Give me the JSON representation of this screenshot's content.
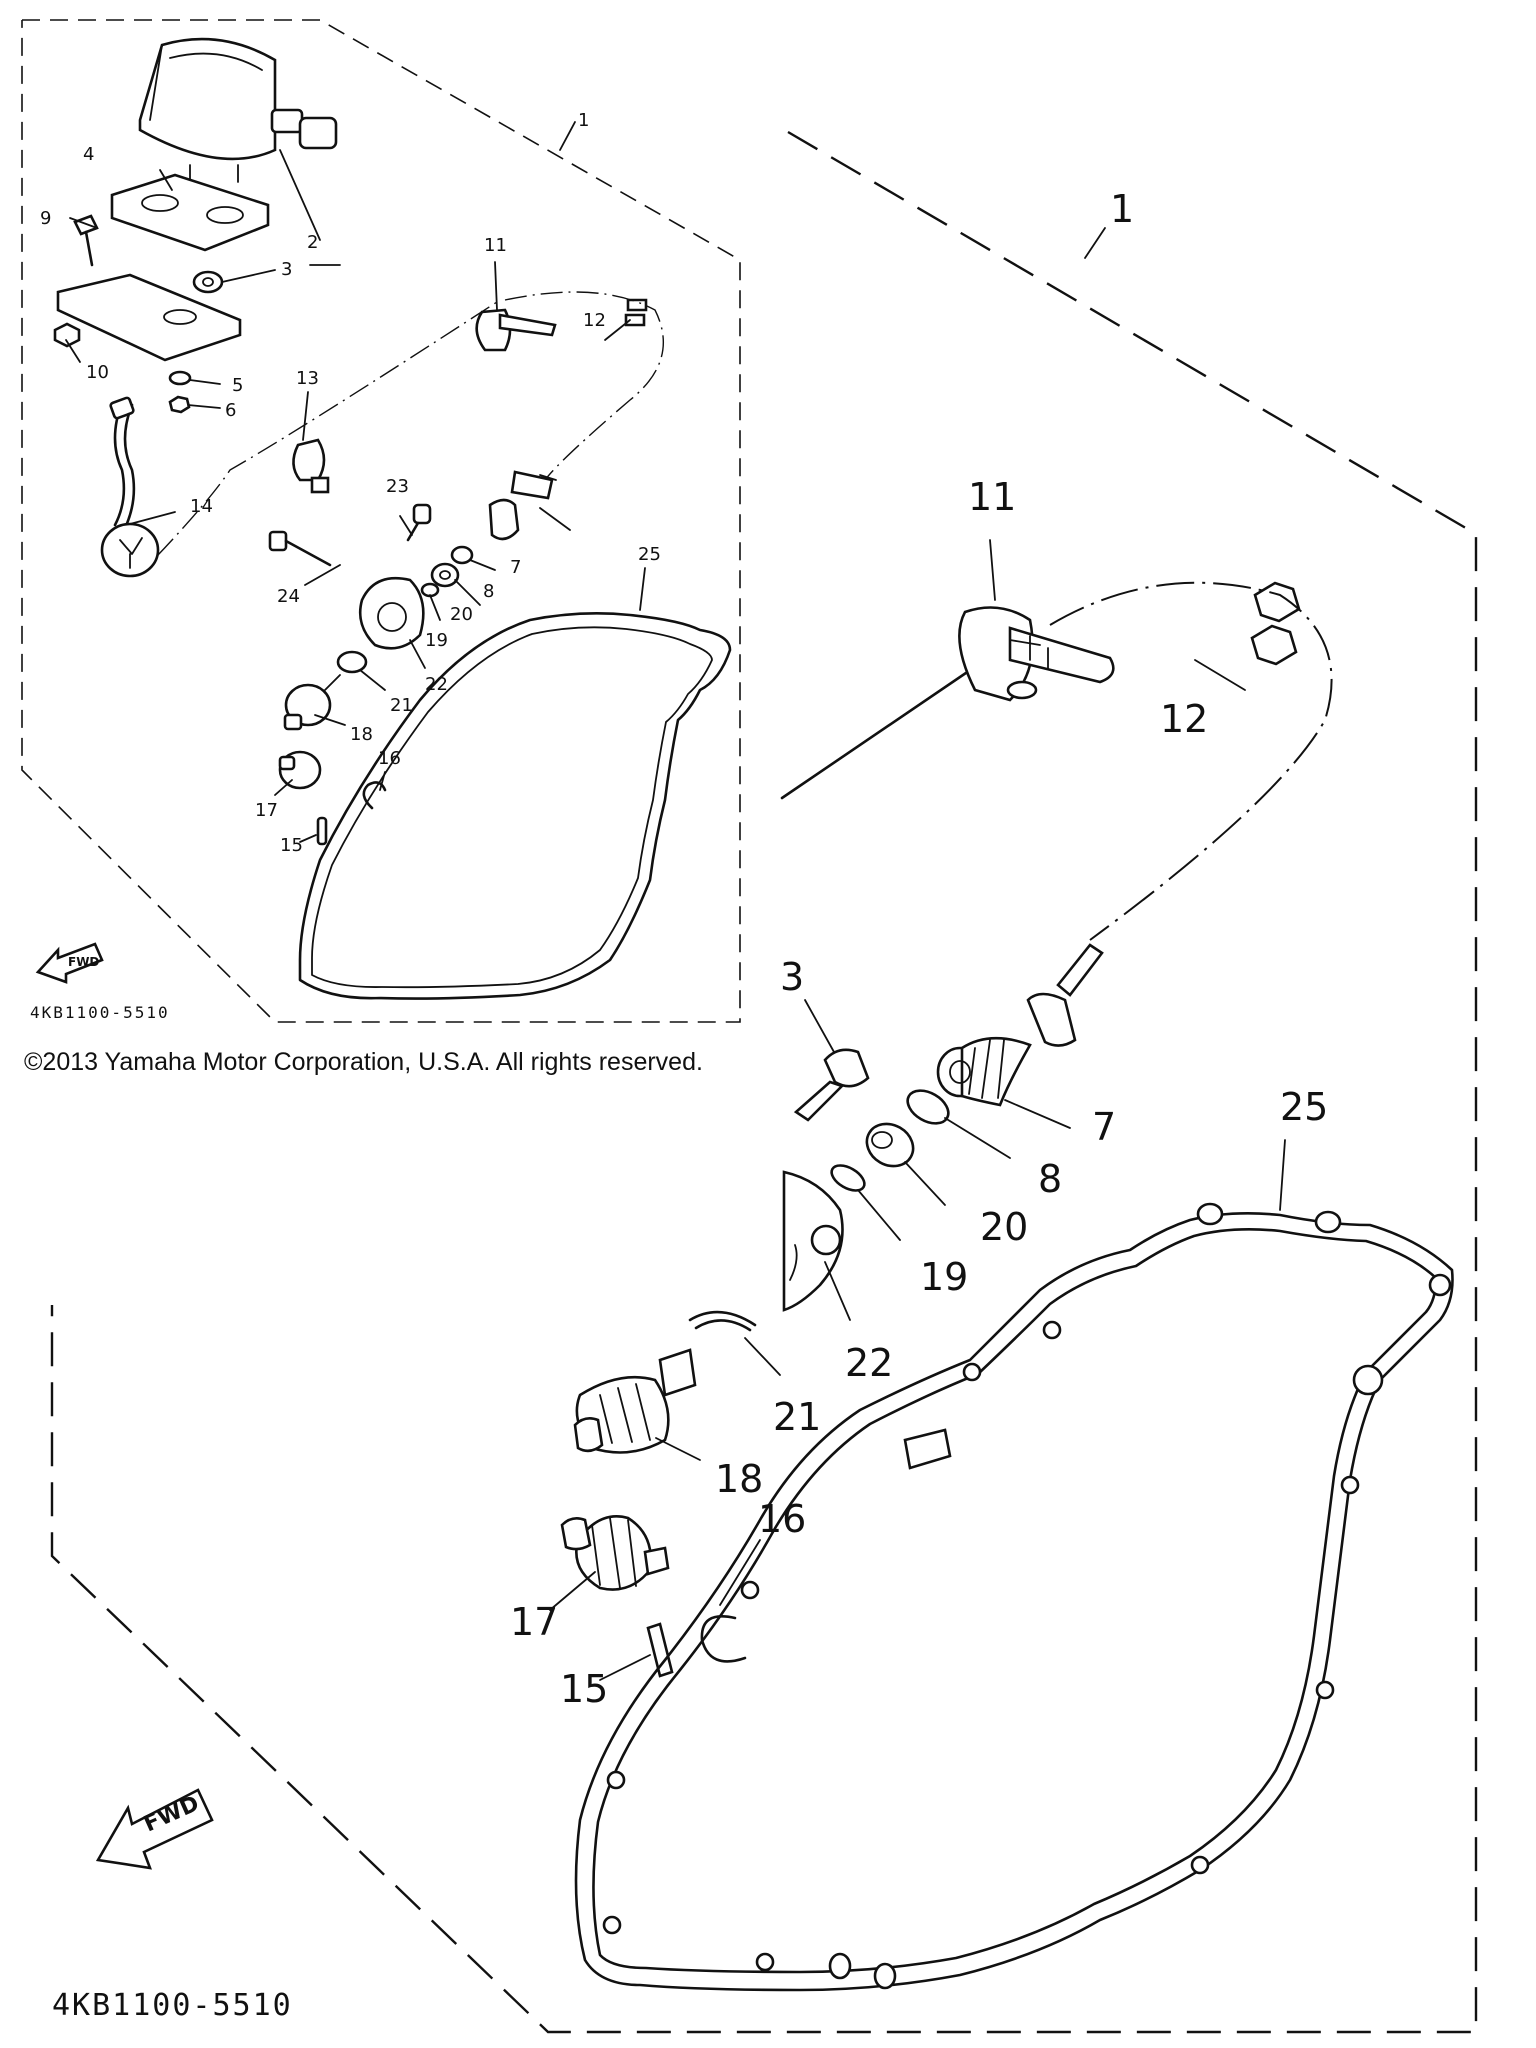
{
  "labels": {
    "p1": "1",
    "p2": "2",
    "p3": "3",
    "p4": "4",
    "p5": "5",
    "p6": "6",
    "p7": "7",
    "p8": "8",
    "p9": "9",
    "p10": "10",
    "p11": "11",
    "p12": "12",
    "p13": "13",
    "p14": "14",
    "p15": "15",
    "p16": "16",
    "p17": "17",
    "p18": "18",
    "p19": "19",
    "p20": "20",
    "p21": "21",
    "p22": "22",
    "p23": "23",
    "p24": "24",
    "p25": "25",
    "p3_partial": "3"
  },
  "fwd": "FWD",
  "drawing_code": "4KB1100-5510",
  "copyright": "©2013 Yamaha Motor Corporation, U.S.A. All rights reserved."
}
